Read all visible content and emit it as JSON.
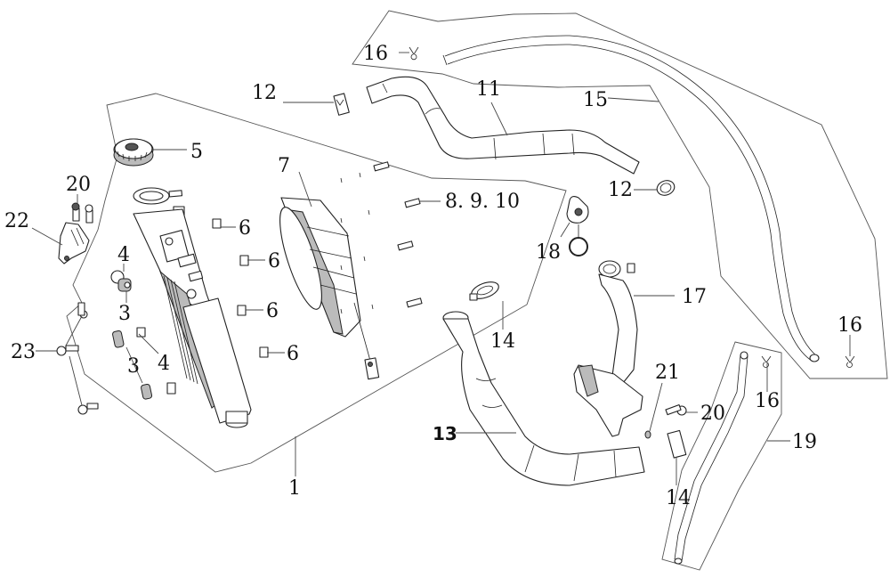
{
  "diagram": {
    "type": "exploded-parts-diagram",
    "subject": "radiator / cooling system assembly",
    "callouts": [
      {
        "id": "c1",
        "label": "1",
        "part": "radiator assembly"
      },
      {
        "id": "c3a",
        "label": "3",
        "part": "grommet"
      },
      {
        "id": "c3b",
        "label": "3",
        "part": "grommet"
      },
      {
        "id": "c4a",
        "label": "4",
        "part": "collar"
      },
      {
        "id": "c4b",
        "label": "4",
        "part": "collar"
      },
      {
        "id": "c5",
        "label": "5",
        "part": "radiator cap"
      },
      {
        "id": "c6a",
        "label": "6",
        "part": "clip nut"
      },
      {
        "id": "c6b",
        "label": "6",
        "part": "clip nut"
      },
      {
        "id": "c6c",
        "label": "6",
        "part": "clip nut"
      },
      {
        "id": "c6d",
        "label": "6",
        "part": "clip nut"
      },
      {
        "id": "c7",
        "label": "7",
        "part": "cooling fan"
      },
      {
        "id": "c8910",
        "label": "8. 9. 10",
        "part": "bolts and washers"
      },
      {
        "id": "c11",
        "label": "11",
        "part": "upper radiator hose"
      },
      {
        "id": "c12a",
        "label": "12",
        "part": "hose clamp"
      },
      {
        "id": "c12b",
        "label": "12",
        "part": "hose clamp"
      },
      {
        "id": "c13",
        "label": "13",
        "part": "lower radiator hose"
      },
      {
        "id": "c14a",
        "label": "14",
        "part": "hose clamp"
      },
      {
        "id": "c14b",
        "label": "14",
        "part": "hose clamp"
      },
      {
        "id": "c15",
        "label": "15",
        "part": "siphon hose"
      },
      {
        "id": "c16a",
        "label": "16",
        "part": "spring clip"
      },
      {
        "id": "c16b",
        "label": "16",
        "part": "spring clip"
      },
      {
        "id": "c16c",
        "label": "16",
        "part": "spring clip"
      },
      {
        "id": "c17",
        "label": "17",
        "part": "reserve tank"
      },
      {
        "id": "c18",
        "label": "18",
        "part": "reserve tank cap"
      },
      {
        "id": "c19",
        "label": "19",
        "part": "overflow hose"
      },
      {
        "id": "c20a",
        "label": "20",
        "part": "bolt"
      },
      {
        "id": "c20b",
        "label": "20",
        "part": "bolt"
      },
      {
        "id": "c21",
        "label": "21",
        "part": "washer"
      },
      {
        "id": "c22",
        "label": "22",
        "part": "bracket"
      },
      {
        "id": "c23",
        "label": "23",
        "part": "bolt"
      }
    ]
  }
}
